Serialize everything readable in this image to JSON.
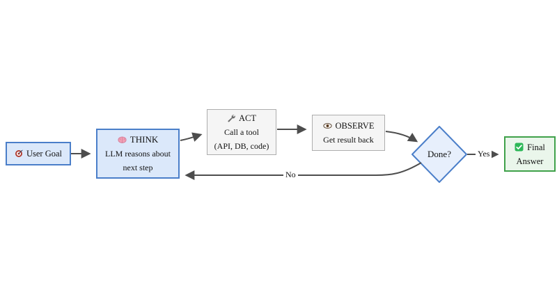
{
  "nodes": {
    "user_goal": {
      "icon": "target-icon",
      "label": "User Goal"
    },
    "think": {
      "icon": "brain-icon",
      "title": "THINK",
      "desc_line1": "LLM reasons about",
      "desc_line2": "next step"
    },
    "act": {
      "icon": "wrench-icon",
      "title": "ACT",
      "desc_line1": "Call a tool",
      "desc_line2": "(API, DB, code)"
    },
    "observe": {
      "icon": "eye-icon",
      "title": "OBSERVE",
      "desc_line1": "Get result back"
    },
    "decision": {
      "label": "Done?"
    },
    "final_answer": {
      "icon": "check-icon",
      "line1": "Final",
      "line2": "Answer"
    }
  },
  "edge_labels": {
    "yes": "Yes",
    "no": "No"
  },
  "colors": {
    "blue_fill": "#dbe8fa",
    "blue_border": "#4a7ec9",
    "gray_fill": "#f5f5f5",
    "gray_border": "#adadad",
    "green_fill": "#eaf6eb",
    "green_border": "#3fa14a",
    "decision_fill": "#e7effc",
    "arrow": "#4d4d4d",
    "text": "#111111",
    "background": "#ffffff"
  }
}
